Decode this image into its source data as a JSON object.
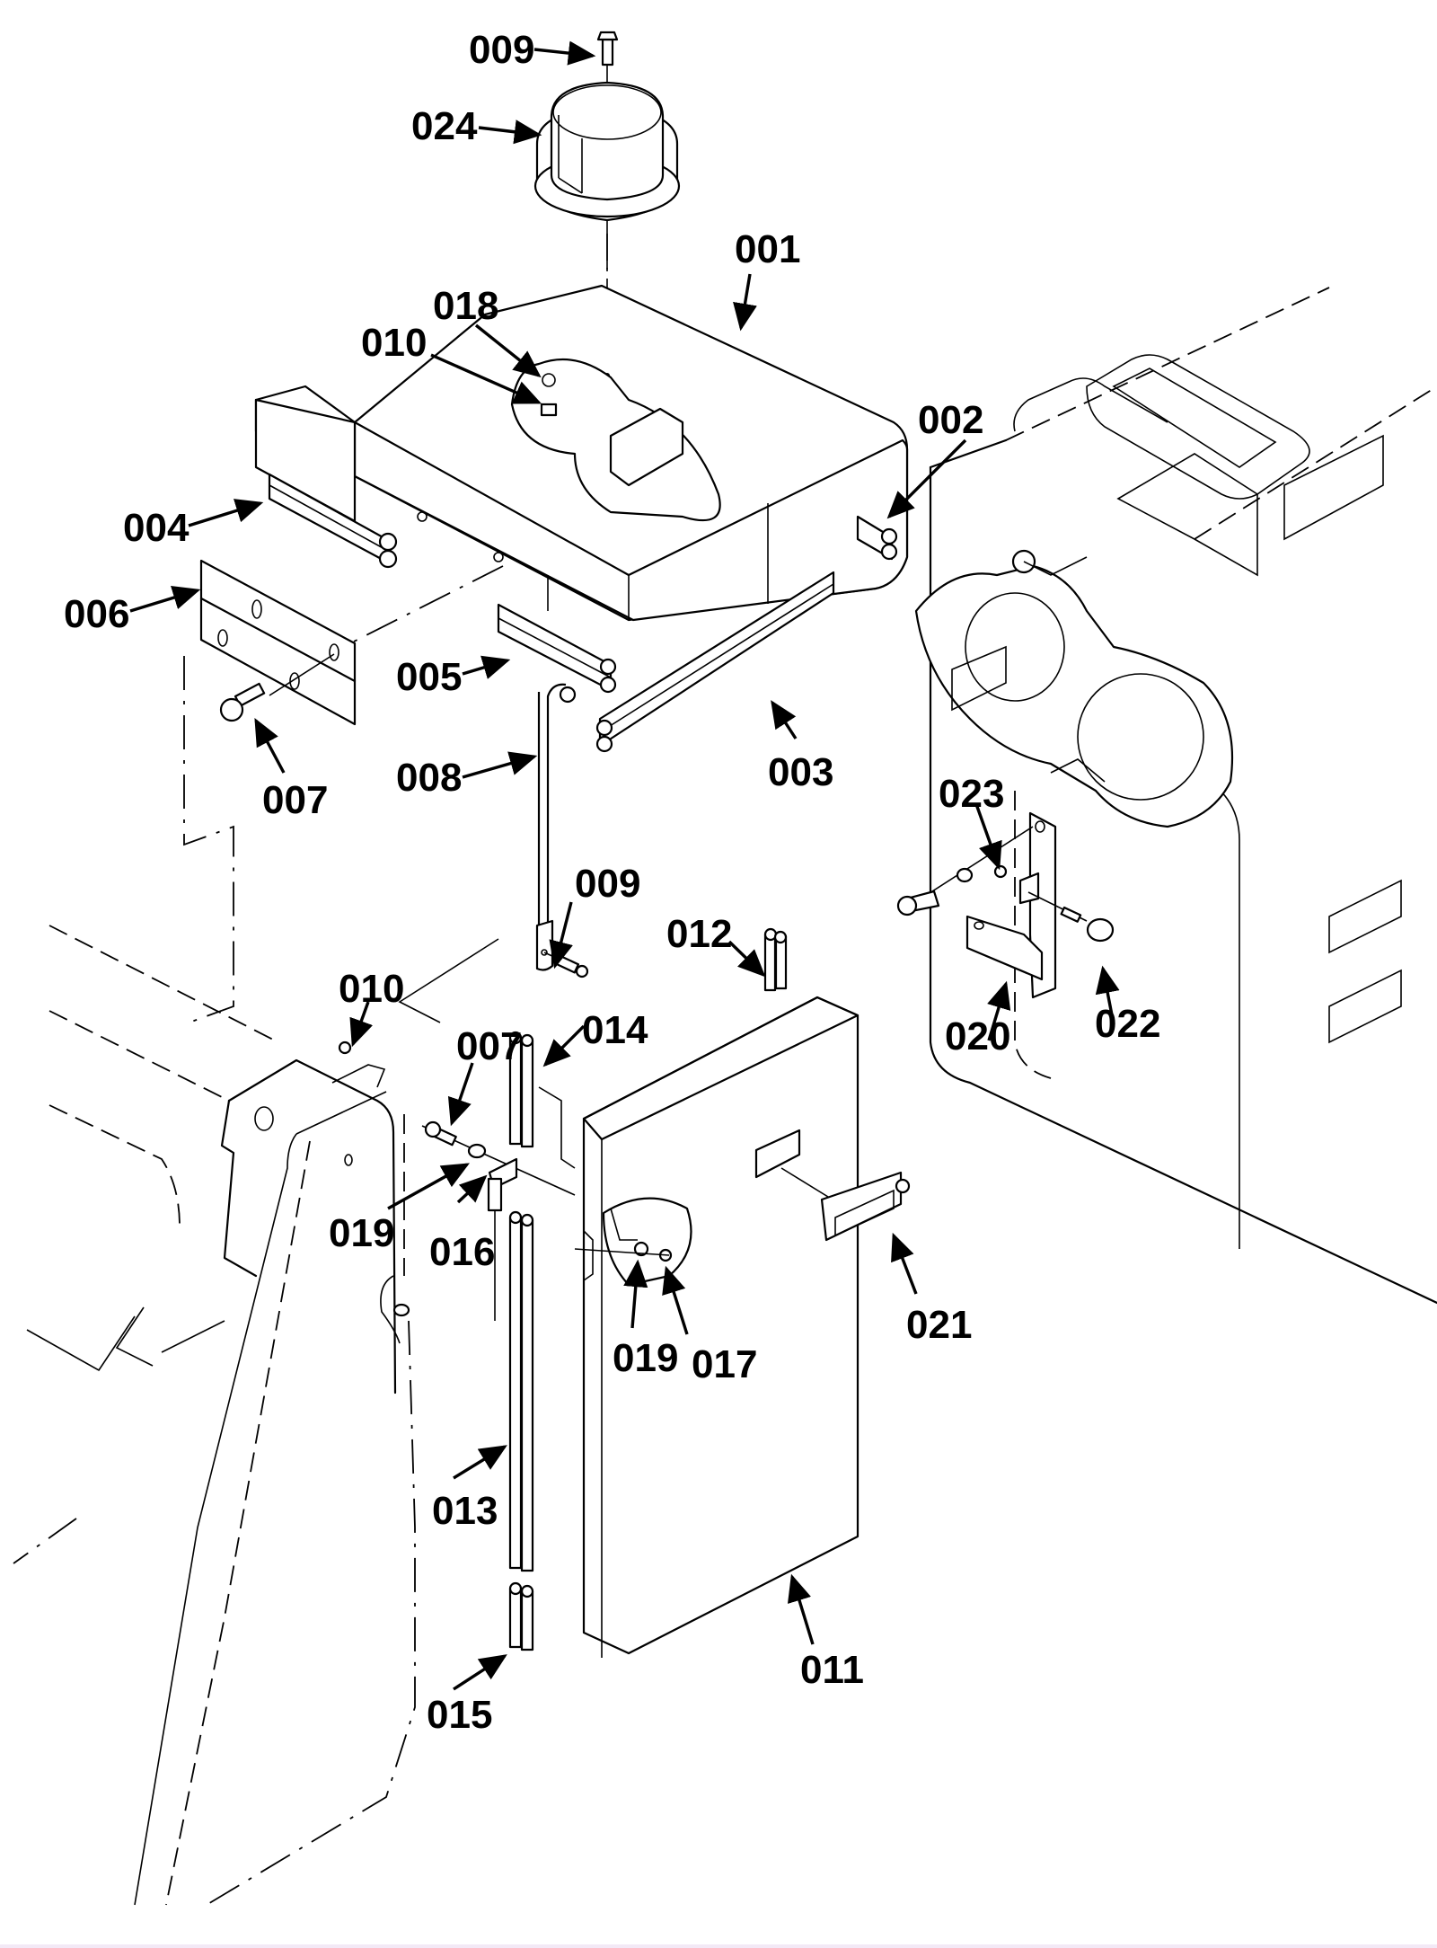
{
  "diagram": {
    "type": "exploded-parts-view",
    "description": "Exploded assembly of top cover, side door panel, seals and fasteners",
    "callouts": [
      {
        "id": "009",
        "label": "009",
        "part": "bolt (top)"
      },
      {
        "id": "024",
        "label": "024",
        "part": "flue collar"
      },
      {
        "id": "001",
        "label": "001",
        "part": "top cover panel"
      },
      {
        "id": "018",
        "label": "018",
        "part": "washer"
      },
      {
        "id": "010",
        "label": "010",
        "part": "nut (top)"
      },
      {
        "id": "002",
        "label": "002",
        "part": "seal strip (short, right)"
      },
      {
        "id": "004",
        "label": "004",
        "part": "seal strip (left)"
      },
      {
        "id": "006",
        "label": "006",
        "part": "mounting plate"
      },
      {
        "id": "005",
        "label": "005",
        "part": "seal strip (middle)"
      },
      {
        "id": "007",
        "label": "007",
        "part": "bolt (plate)"
      },
      {
        "id": "008",
        "label": "008",
        "part": "support rod"
      },
      {
        "id": "003",
        "label": "003",
        "part": "seal strip (long)"
      },
      {
        "id": "023",
        "label": "023",
        "part": "nut (bracket)"
      },
      {
        "id": "009b",
        "label": "009",
        "part": "bolt (rod)"
      },
      {
        "id": "012",
        "label": "012",
        "part": "seal strip (door top)"
      },
      {
        "id": "010b",
        "label": "010",
        "part": "nut (hinge)"
      },
      {
        "id": "014",
        "label": "014",
        "part": "seal strip (door upper)"
      },
      {
        "id": "007b",
        "label": "007",
        "part": "bolt (hinge)"
      },
      {
        "id": "020",
        "label": "020",
        "part": "latch bracket"
      },
      {
        "id": "022",
        "label": "022",
        "part": "thumb screw"
      },
      {
        "id": "019",
        "label": "019",
        "part": "washer (hinge)"
      },
      {
        "id": "016",
        "label": "016",
        "part": "hinge pin"
      },
      {
        "id": "019b",
        "label": "019",
        "part": "washer (door)"
      },
      {
        "id": "017",
        "label": "017",
        "part": "nut (door)"
      },
      {
        "id": "021",
        "label": "021",
        "part": "door latch"
      },
      {
        "id": "013",
        "label": "013",
        "part": "seal strip (door long)"
      },
      {
        "id": "011",
        "label": "011",
        "part": "side door panel"
      },
      {
        "id": "015",
        "label": "015",
        "part": "seal strip (door bottom)"
      }
    ]
  }
}
